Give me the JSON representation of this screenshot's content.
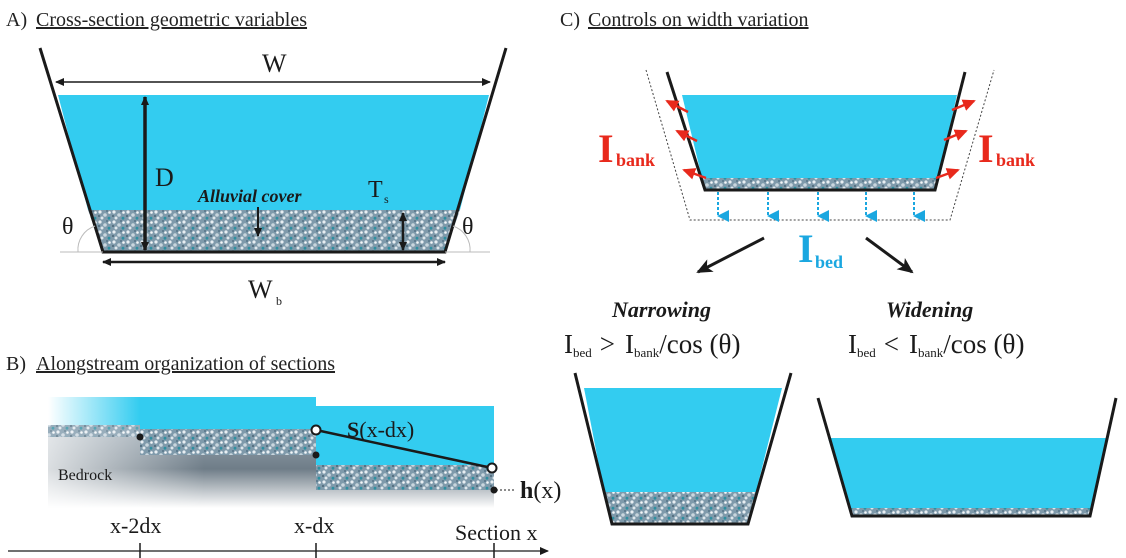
{
  "panel_a": {
    "title_letter": "A)",
    "title": "Cross-section geometric variables",
    "label_width": "W",
    "label_depth": "D",
    "label_cover": "Alluvial cover",
    "label_thickness": "T",
    "label_thickness_sub": "s",
    "label_angle": "θ",
    "label_bed_width": "W",
    "label_bed_width_sub": "b"
  },
  "panel_b": {
    "title_letter": "B)",
    "title": "Alongstream organization of sections",
    "label_bedrock": "Bedrock",
    "label_slope_bold": "S",
    "label_slope_rest": "(x-dx)",
    "label_height_bold": "h",
    "label_height_rest": "(x)",
    "axis_ticks": [
      "x-2dx",
      "x-dx",
      "Section x"
    ]
  },
  "panel_c": {
    "title_letter": "C)",
    "title": "Controls on width variation",
    "label_bank_main": "I",
    "label_bank_sub": "bank",
    "label_bed_main": "I",
    "label_bed_sub": "bed",
    "narrowing": {
      "title": "Narrowing",
      "lhs_main": "I",
      "lhs_sub": "bed",
      "op": ">",
      "rhs_main": "I",
      "rhs_sub": "bank",
      "rhs_rest": "/cos (θ)"
    },
    "widening": {
      "title": "Widening",
      "lhs_main": "I",
      "lhs_sub": "bed",
      "op": "<",
      "rhs_main": "I",
      "rhs_sub": "bank",
      "rhs_rest": "/cos (θ)"
    }
  },
  "colors": {
    "water": "#33ccf0",
    "bank_arrow": "#e8291c",
    "bed_arrow": "#1aa7e0",
    "sediment": "#8aa4b4",
    "outline": "#1a1a1a"
  }
}
